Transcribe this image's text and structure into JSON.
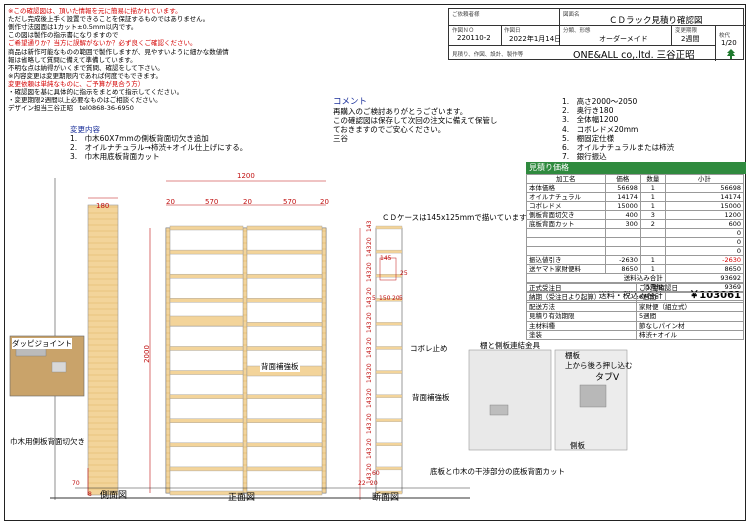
{
  "notes": {
    "lines": [
      {
        "text": "※この確認図は、頂いた情報を元に簡易に描かれています。",
        "color": "red"
      },
      {
        "text": "ただし完成後上手く設置できることを保証するものではありません。",
        "color": "black"
      },
      {
        "text": "側作寸法図面は1カット±0.5mm以内です。",
        "color": "black"
      },
      {
        "text": "この図は製作の指示書になりますので",
        "color": "black"
      },
      {
        "text": "ご希望通りか？当方に誤解がないか？必ず良くご確認ください。",
        "color": "red"
      },
      {
        "text": "商品は新作可能なものの範囲で製作しますが、見やすいように細かな数値情",
        "color": "black"
      },
      {
        "text": "報は省略して質問に備えて準備しています。",
        "color": "black"
      },
      {
        "text": "不明な点は納得がいくまで質問、確認をして下さい。",
        "color": "black"
      },
      {
        "text": "※内容変更は変更期限内であれば何度でもできます。",
        "color": "black"
      },
      {
        "text": "変更依頼は単純なものに、ご予算が見合う方）",
        "color": "red"
      },
      {
        "text": "・確認図を基に具体的に指示をまとめて指示してください。",
        "color": "black"
      },
      {
        "text": "・変更期限2週間以上必要なものはご相談ください。",
        "color": "black"
      },
      {
        "text": "デザイン担当三谷正昭　tel0868-36-6950",
        "color": "black"
      }
    ]
  },
  "title_block": {
    "customer_label": "ご依頼者様",
    "customer_value": "",
    "drawing_label": "図面名",
    "drawing_value": "ＣＤラック見積り確認図",
    "order_no_label": "作図ＮＯ",
    "order_no": "220110-2",
    "date_label": "作図日",
    "date": "2022年1月14日",
    "category_label": "分類、形態",
    "category": "オーダーメイド",
    "period_label": "変更期限",
    "period": "2週間",
    "sheet_label": "枚代",
    "sheet": "1/20",
    "designer_label": "見積り、作図、設計、製作等",
    "company": "ONE&ALL co,.ltd. 三谷正昭"
  },
  "comment": {
    "title": "コメント",
    "lines": [
      "再購入のご検討ありがとうございます。",
      "この確認図は保存して次回の注文に備えて保管し",
      "ておきますのでご安心ください。",
      "三谷"
    ]
  },
  "specs": [
    "1.　高さ2000～2050",
    "2.　奥行き180",
    "3.　全体幅1200",
    "4.　コボレドメ20mm",
    "5.　棚固定仕様",
    "6.　オイルナチュラルまたは柿渋",
    "7.　銀行振込"
  ],
  "changes": {
    "title": "変更内容",
    "items": [
      "1.　巾木60X7mmの側板背面切欠き追加",
      "2.　オイルナチュラル→柿渋+オイル仕上げにする。",
      "3.　巾木用底板背面カット"
    ]
  },
  "price": {
    "title": "見積り価格",
    "headers": [
      "加工名",
      "価格",
      "数量",
      "小計"
    ],
    "rows": [
      [
        "本体価格",
        "56698",
        "1",
        "56698"
      ],
      [
        "オイルナチュラル",
        "14174",
        "1",
        "14174"
      ],
      [
        "コボレドメ",
        "15000",
        "1",
        "15000"
      ],
      [
        "側板背面切欠き",
        "400",
        "3",
        "1200"
      ],
      [
        "底板背面カット",
        "300",
        "2",
        "600"
      ],
      [
        "",
        "",
        "",
        "0"
      ],
      [
        "",
        "",
        "",
        "0"
      ],
      [
        "",
        "",
        "",
        "0"
      ],
      [
        "振込値引き",
        "-2630",
        "1",
        "-2630"
      ],
      [
        "送ヤマト家財便料",
        "8650",
        "1",
        "8650"
      ]
    ],
    "tax_incl_label": "送料込み合計",
    "tax_incl": "93692",
    "consumption_label": "消費税",
    "consumption": "9369",
    "total_label": "送料・税込み合計",
    "total": "￥103061"
  },
  "spec_table": [
    [
      "正式受注日",
      "ご入金確認日"
    ],
    [
      "納期（受注日より起算）",
      "6週間"
    ],
    [
      "配送方法",
      "家財便（組立式）"
    ],
    [
      "見積り有効期限",
      "5週間"
    ],
    [
      "主材料種",
      "節なしパイン材"
    ],
    [
      "塗装",
      "柿渋+オイル"
    ]
  ],
  "drawing": {
    "side_view_label": "側面図",
    "front_view_label": "正面図",
    "section_view_label": "断面図",
    "dowel_label": "ダッピジョイント",
    "skirting_cut_label": "巾木用側板背面切欠き",
    "back_brace_label": "背面補強板",
    "back_brace_label2": "背面補強板",
    "lip_label": "コボレ止め",
    "cd_case_label": "ＣＤケースは145x125mmで描いています",
    "bracket_label": "棚と側板連結金具",
    "shelf_label": "棚板",
    "shelf_sub": "上から後ろ押し込む",
    "tab_label": "タブV",
    "side_board_label": "側板",
    "bottom_cut_label": "底板と巾木の干渉部分の底板背面カット",
    "dims_top": [
      "1200",
      "180"
    ],
    "dims_front": [
      "20",
      "570",
      "20",
      "570",
      "20"
    ],
    "dim_height": "2000",
    "dims_section": [
      "5",
      "150",
      "20",
      "5",
      "145",
      "25"
    ],
    "dim_bottom": [
      "70",
      "8",
      "22",
      "20",
      "60"
    ],
    "shelf_pitch": [
      "143",
      "20",
      "143",
      "20",
      "143",
      "20",
      "143",
      "20",
      "143",
      "20",
      "143",
      "20",
      "143",
      "20",
      "143",
      "20",
      "143",
      "20",
      "143",
      "20",
      "143"
    ]
  },
  "colors": {
    "red": "#d40000",
    "blue": "#1a2f9a",
    "green": "#2f8a3e",
    "wood": "#f3d49a"
  }
}
